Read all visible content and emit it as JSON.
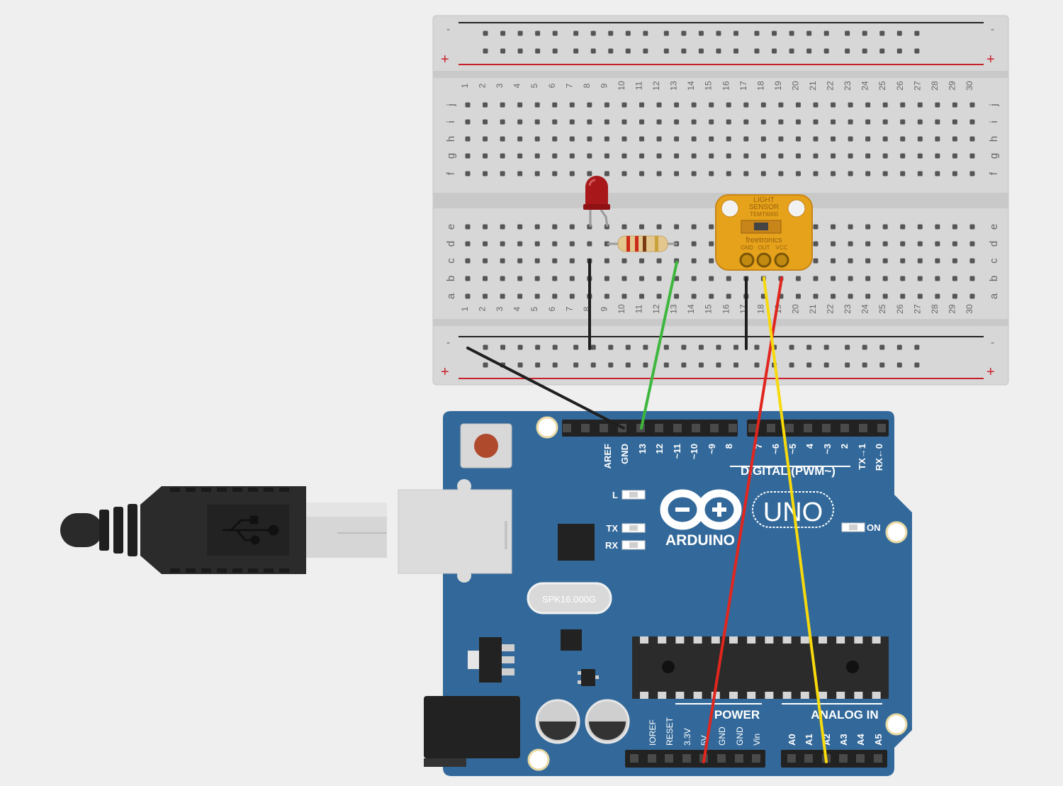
{
  "breadboard": {
    "rail_minus": "-",
    "rail_plus": "+",
    "columns": [
      "1",
      "2",
      "3",
      "4",
      "5",
      "6",
      "7",
      "8",
      "9",
      "10",
      "11",
      "12",
      "13",
      "14",
      "15",
      "16",
      "17",
      "18",
      "19",
      "20",
      "21",
      "22",
      "23",
      "24",
      "25",
      "26",
      "27",
      "28",
      "29",
      "30"
    ],
    "rows_top": [
      "j",
      "i",
      "h",
      "g",
      "f"
    ],
    "rows_bottom": [
      "e",
      "d",
      "c",
      "b",
      "a"
    ]
  },
  "sensor": {
    "title_line1": "LIGHT",
    "title_line2": "SENSOR",
    "model": "TEMT6000",
    "brand": "freetronics",
    "pins": [
      "GND",
      "OUT",
      "VCC"
    ]
  },
  "arduino": {
    "logo_text": "ARDUINO",
    "model": "UNO",
    "crystal": "SPK16.000G",
    "digital_pins": [
      "AREF",
      "GND",
      "13",
      "12",
      "~11",
      "~10",
      "~9",
      "8",
      "7",
      "~6",
      "~5",
      "4",
      "~3",
      "2",
      "TX→1",
      "RX←0"
    ],
    "digital_label": "DIGITAL (PWM~)",
    "led_labels": {
      "l": "L",
      "tx": "TX",
      "rx": "RX",
      "on": "ON"
    },
    "power_label": "POWER",
    "analog_label": "ANALOG IN",
    "power_pins": [
      "IOREF",
      "RESET",
      "3.3V",
      "5V",
      "GND",
      "GND",
      "Vin"
    ],
    "analog_pins": [
      "A0",
      "A1",
      "A2",
      "A3",
      "A4",
      "A5"
    ]
  },
  "colors": {
    "board": "#33699a",
    "wire_black": "#1f1f1f",
    "wire_green": "#3db73d",
    "wire_red": "#e0261e",
    "wire_yellow": "#f7d90c",
    "led": "#a8181a",
    "sensor_pcb": "#e5a21a"
  }
}
